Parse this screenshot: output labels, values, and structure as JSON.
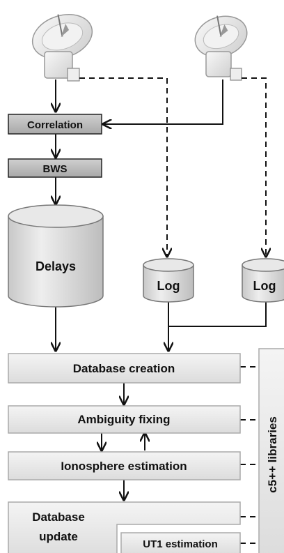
{
  "nodes": {
    "correlation": "Correlation",
    "bws": "BWS",
    "delays": "Delays",
    "log_left": "Log",
    "log_right": "Log",
    "database_creation": "Database creation",
    "ambiguity_fixing": "Ambiguity fixing",
    "ionosphere_estimation": "Ionosphere estimation",
    "database_update_line1": "Database",
    "database_update_line2": "update",
    "ut1_estimation": "UT1 estimation",
    "libraries": "c5++ libraries"
  },
  "icons": {
    "antenna_left": "radio-telescope-dish-icon",
    "antenna_right": "radio-telescope-dish-icon"
  },
  "colors": {
    "box_fill_dark": "#b9b9b9",
    "box_fill_light": "#f0f0f0",
    "stroke": "#111111",
    "cylinder_side": "#d8d8d8",
    "dish": "#ececec"
  }
}
